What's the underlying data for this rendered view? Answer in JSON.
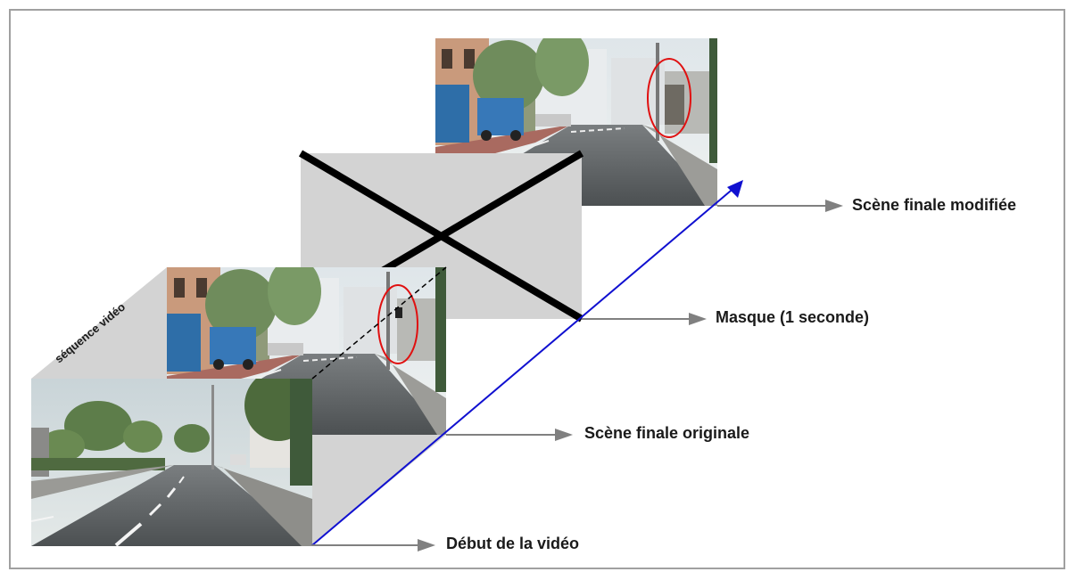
{
  "labels": {
    "final_modified": "Scène finale modifiée",
    "mask": "Masque (1 seconde)",
    "final_original": "Scène finale originale",
    "video_start": "Début de la vidéo",
    "sequence": "séquence vidéo"
  },
  "colors": {
    "timeline": "#1010d0",
    "arrow": "#808080",
    "mask_fill": "#d3d3d3",
    "mask_cross": "#000000",
    "change_highlight": "#e01010",
    "border": "#a0a0a0"
  }
}
